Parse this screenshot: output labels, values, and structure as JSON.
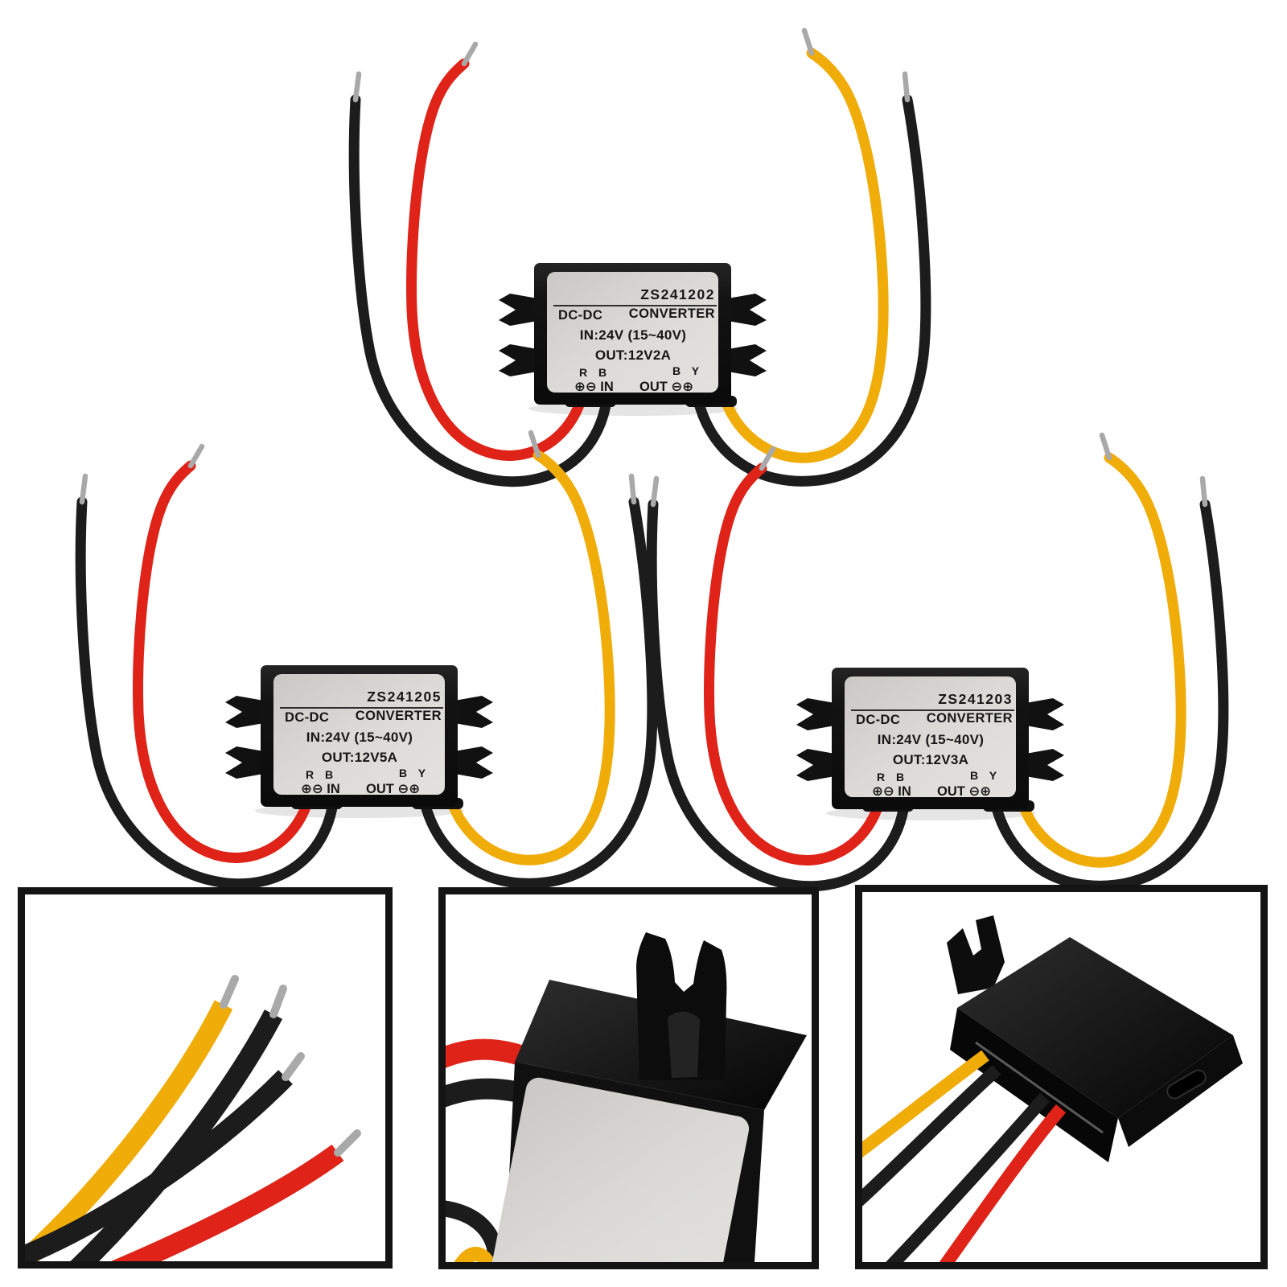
{
  "scene": {
    "background": "#ffffff",
    "colors": {
      "wire_red": "#df2318",
      "wire_yellow": "#f0ac08",
      "wire_black": "#1c1c1c",
      "case_black": "#131313",
      "label_gray": "#d8d6d3",
      "label_text": "#161616",
      "tip_silver": "#a9a9a9",
      "frame_border": "#141414"
    },
    "modules": [
      {
        "id": "converter-12v-2a",
        "model": "ZS241202",
        "family": "DC-DC",
        "device": "CONVERTER",
        "input_spec": "IN:24V (15~40V)",
        "output_spec": "OUT:12V2A",
        "input_wire_code": "R B",
        "input_terminals": "⊕⊖ IN",
        "output_terminals": "OUT ⊖⊕",
        "output_wire_code": "B Y"
      },
      {
        "id": "converter-12v-5a",
        "model": "ZS241205",
        "family": "DC-DC",
        "device": "CONVERTER",
        "input_spec": "IN:24V (15~40V)",
        "output_spec": "OUT:12V5A",
        "input_wire_code": "R B",
        "input_terminals": "⊕⊖ IN",
        "output_terminals": "OUT ⊖⊕",
        "output_wire_code": "B Y"
      },
      {
        "id": "converter-12v-3a",
        "model": "ZS241203",
        "family": "DC-DC",
        "device": "CONVERTER",
        "input_spec": "IN:24V (15~40V)",
        "output_spec": "OUT:12V3A",
        "input_wire_code": "R B",
        "input_terminals": "⊕⊖ IN",
        "output_terminals": "OUT ⊖⊕",
        "output_wire_code": "B Y"
      }
    ],
    "detail_panels": [
      {
        "id": "wire-leads-closeup"
      },
      {
        "id": "mounting-tab-closeup"
      },
      {
        "id": "rear-angle-closeup"
      }
    ]
  }
}
